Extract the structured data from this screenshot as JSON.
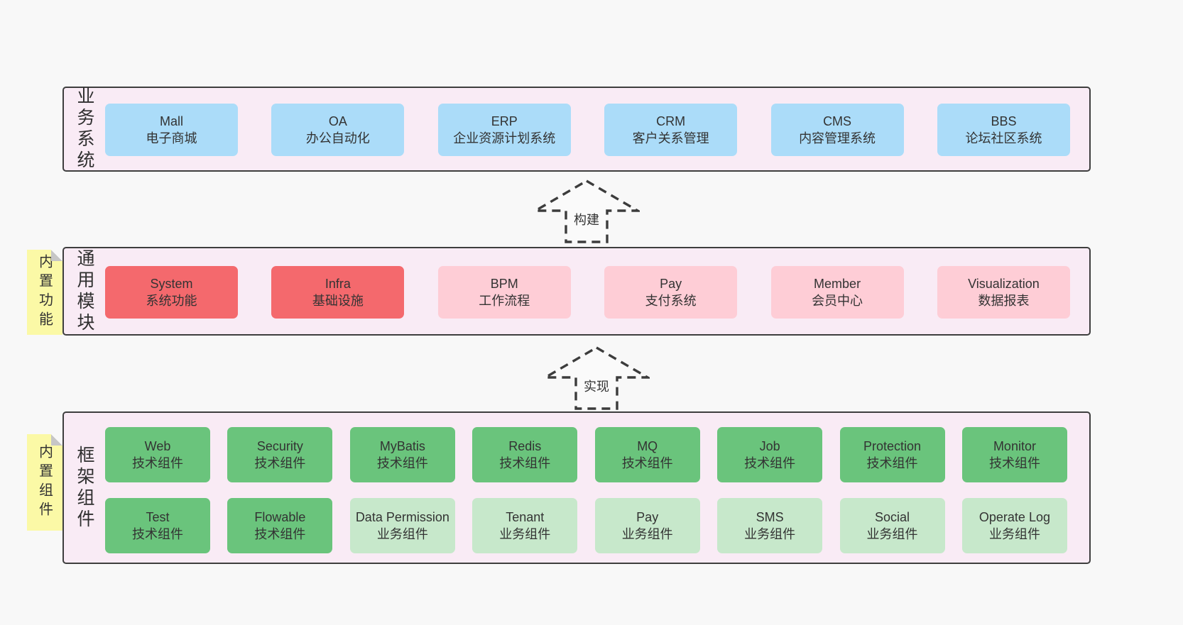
{
  "palette": {
    "page_bg": "#f8f8f8",
    "panel_bg": "#f9ebf5",
    "panel_border": "#3e3e3e",
    "blue": "#abdcf9",
    "red": "#f4696d",
    "pink": "#fecdd6",
    "green": "#6ac47c",
    "light_green": "#c7e8cb",
    "sticky_yellow": "#fbf9a6",
    "sticky_fold_gray": "#c6c6c6",
    "text": "#333333"
  },
  "stickies": [
    {
      "label": "内置功能"
    },
    {
      "label": "内置组件"
    }
  ],
  "arrows": [
    {
      "label": "构建"
    },
    {
      "label": "实现"
    }
  ],
  "layers": [
    {
      "name": "业务系统",
      "boxes": [
        {
          "en": "Mall",
          "zh": "电子商城",
          "color": "blue"
        },
        {
          "en": "OA",
          "zh": "办公自动化",
          "color": "blue"
        },
        {
          "en": "ERP",
          "zh": "企业资源计划系统",
          "color": "blue"
        },
        {
          "en": "CRM",
          "zh": "客户关系管理",
          "color": "blue"
        },
        {
          "en": "CMS",
          "zh": "内容管理系统",
          "color": "blue"
        },
        {
          "en": "BBS",
          "zh": "论坛社区系统",
          "color": "blue"
        }
      ]
    },
    {
      "name": "通用模块",
      "boxes": [
        {
          "en": "System",
          "zh": "系统功能",
          "color": "red"
        },
        {
          "en": "Infra",
          "zh": "基础设施",
          "color": "red"
        },
        {
          "en": "BPM",
          "zh": "工作流程",
          "color": "pink"
        },
        {
          "en": "Pay",
          "zh": "支付系统",
          "color": "pink"
        },
        {
          "en": "Member",
          "zh": "会员中心",
          "color": "pink"
        },
        {
          "en": "Visualization",
          "zh": "数据报表",
          "color": "pink"
        }
      ]
    },
    {
      "name": "框架组件",
      "rows": [
        [
          {
            "en": "Web",
            "zh": "技术组件",
            "color": "green"
          },
          {
            "en": "Security",
            "zh": "技术组件",
            "color": "green"
          },
          {
            "en": "MyBatis",
            "zh": "技术组件",
            "color": "green"
          },
          {
            "en": "Redis",
            "zh": "技术组件",
            "color": "green"
          },
          {
            "en": "MQ",
            "zh": "技术组件",
            "color": "green"
          },
          {
            "en": "Job",
            "zh": "技术组件",
            "color": "green"
          },
          {
            "en": "Protection",
            "zh": "技术组件",
            "color": "green"
          },
          {
            "en": "Monitor",
            "zh": "技术组件",
            "color": "green"
          }
        ],
        [
          {
            "en": "Test",
            "zh": "技术组件",
            "color": "green"
          },
          {
            "en": "Flowable",
            "zh": "技术组件",
            "color": "green"
          },
          {
            "en": "Data Permission",
            "zh": "业务组件",
            "color": "light_green"
          },
          {
            "en": "Tenant",
            "zh": "业务组件",
            "color": "light_green"
          },
          {
            "en": "Pay",
            "zh": "业务组件",
            "color": "light_green"
          },
          {
            "en": "SMS",
            "zh": "业务组件",
            "color": "light_green"
          },
          {
            "en": "Social",
            "zh": "业务组件",
            "color": "light_green"
          },
          {
            "en": "Operate Log",
            "zh": "业务组件",
            "color": "light_green"
          }
        ]
      ]
    }
  ]
}
